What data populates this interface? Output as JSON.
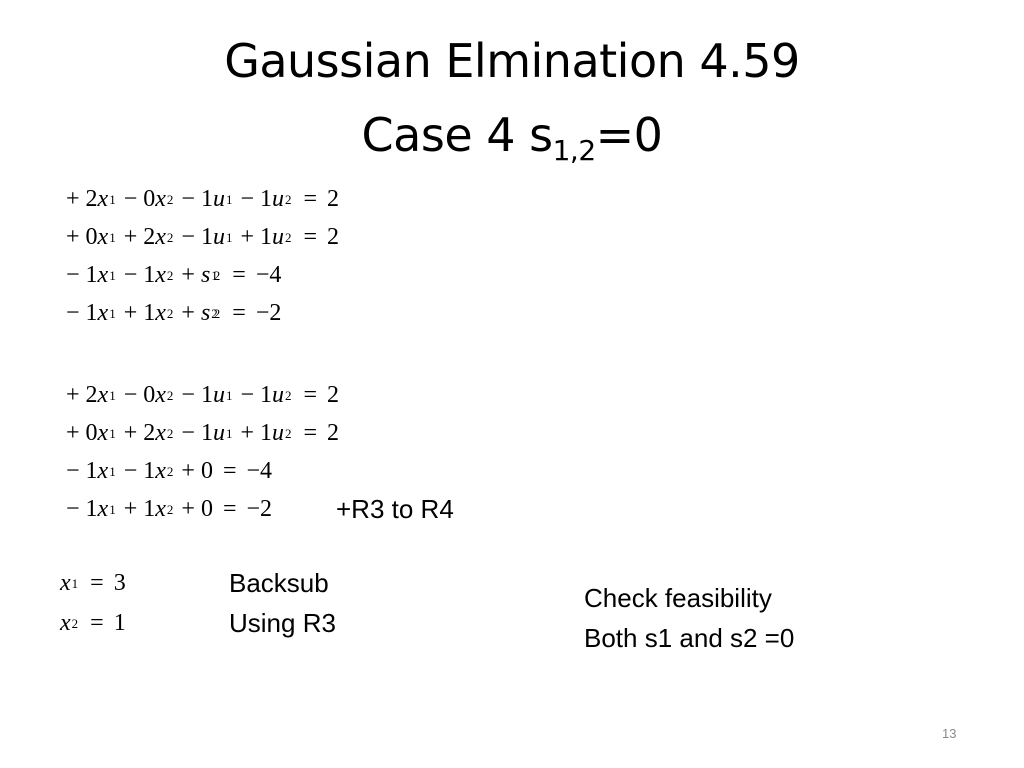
{
  "title": {
    "line1": "Gaussian Elmination 4.59",
    "line2_main": "Case 4 s",
    "line2_sub": "1,2",
    "line2_tail": "=0"
  },
  "system_initial": [
    {
      "t": [
        "+",
        "2",
        "x",
        "1",
        "−",
        "0",
        "x",
        "2",
        "−",
        "1",
        "u",
        "1",
        "−",
        "1",
        "u",
        "2",
        "=",
        "2"
      ]
    },
    {
      "t": [
        "+",
        "0",
        "x",
        "1",
        "+",
        "2",
        "x",
        "2",
        "−",
        "1",
        "u",
        "1",
        "+",
        "1",
        "u",
        "2",
        "=",
        "2"
      ]
    },
    {
      "t": [
        "−",
        "1",
        "x",
        "1",
        "−",
        "1",
        "x",
        "2",
        "+",
        "s",
        "1",
        "2",
        "=",
        "−4"
      ]
    },
    {
      "t": [
        "−",
        "1",
        "x",
        "1",
        "+",
        "1",
        "x",
        "2",
        "+",
        "s",
        "2",
        "2",
        "=",
        "−2"
      ]
    }
  ],
  "system_reduced": [
    {
      "t": [
        "+",
        "2",
        "x",
        "1",
        "−",
        "0",
        "x",
        "2",
        "−",
        "1",
        "u",
        "1",
        "−",
        "1",
        "u",
        "2",
        "=",
        "2"
      ]
    },
    {
      "t": [
        "+",
        "0",
        "x",
        "1",
        "+",
        "2",
        "x",
        "2",
        "−",
        "1",
        "u",
        "1",
        "+",
        "1",
        "u",
        "2",
        "=",
        "2"
      ]
    },
    {
      "t": [
        "−",
        "1",
        "x",
        "1",
        "−",
        "1",
        "x",
        "2",
        "+",
        "0",
        "=",
        "−4"
      ]
    },
    {
      "t": [
        "−",
        "1",
        "x",
        "1",
        "+",
        "1",
        "x",
        "2",
        "+",
        "0",
        "=",
        "−2"
      ]
    }
  ],
  "solution": [
    {
      "var": "x",
      "sub": "1",
      "eq": "=",
      "val": "3"
    },
    {
      "var": "x",
      "sub": "2",
      "eq": "=",
      "val": "1"
    }
  ],
  "notes": {
    "r3_to_r4": "+R3 to R4",
    "backsub_line1": "Backsub",
    "backsub_line2": "Using R3",
    "check_line1": "Check feasibility",
    "check_line2": "Both s1 and s2 =0"
  },
  "page_number": "13"
}
